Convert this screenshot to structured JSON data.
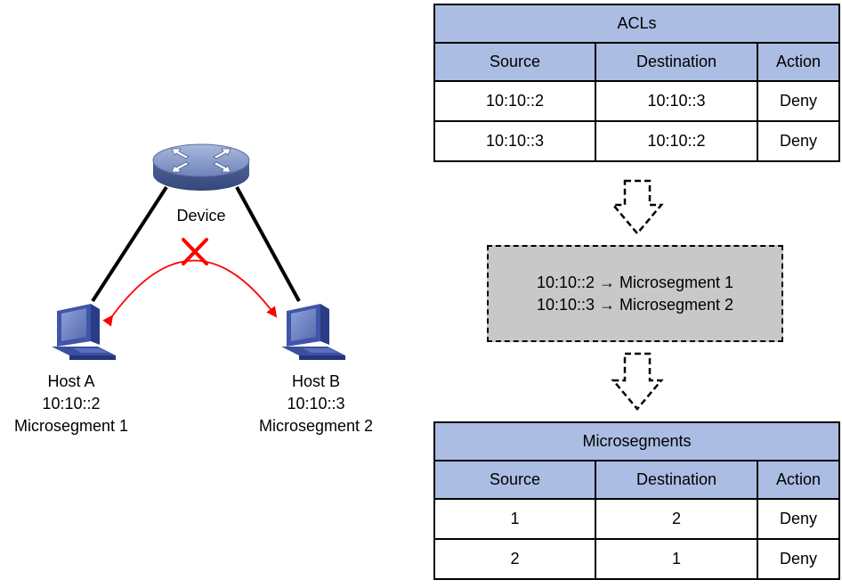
{
  "device": {
    "label": "Device"
  },
  "hosts": [
    {
      "name": "Host A",
      "ip": "10:10::2",
      "segment": "Microsegment 1"
    },
    {
      "name": "Host B",
      "ip": "10:10::3",
      "segment": "Microsegment 2"
    }
  ],
  "acl_table": {
    "title": "ACLs",
    "headers": [
      "Source",
      "Destination",
      "Action"
    ],
    "rows": [
      [
        "10:10::2",
        "10:10::3",
        "Deny"
      ],
      [
        "10:10::3",
        "10:10::2",
        "Deny"
      ]
    ]
  },
  "mapping": {
    "lines": [
      "10:10::2 → Microsegment 1",
      "10:10::3 → Microsegment 2"
    ]
  },
  "micro_table": {
    "title": "Microsegments",
    "headers": [
      "Source",
      "Destination",
      "Action"
    ],
    "rows": [
      [
        "1",
        "2",
        "Deny"
      ],
      [
        "2",
        "1",
        "Deny"
      ]
    ]
  },
  "colors": {
    "table_header": "#abbde2",
    "mapping_fill": "#c8c8c8",
    "blocked_arrow": "#ff0000",
    "router_blue": "#6f84b8",
    "pc_blue": "#3f56a8"
  },
  "icons": [
    "router-icon",
    "pc-icon",
    "blocked-cross-icon",
    "dashed-down-arrow-icon"
  ]
}
